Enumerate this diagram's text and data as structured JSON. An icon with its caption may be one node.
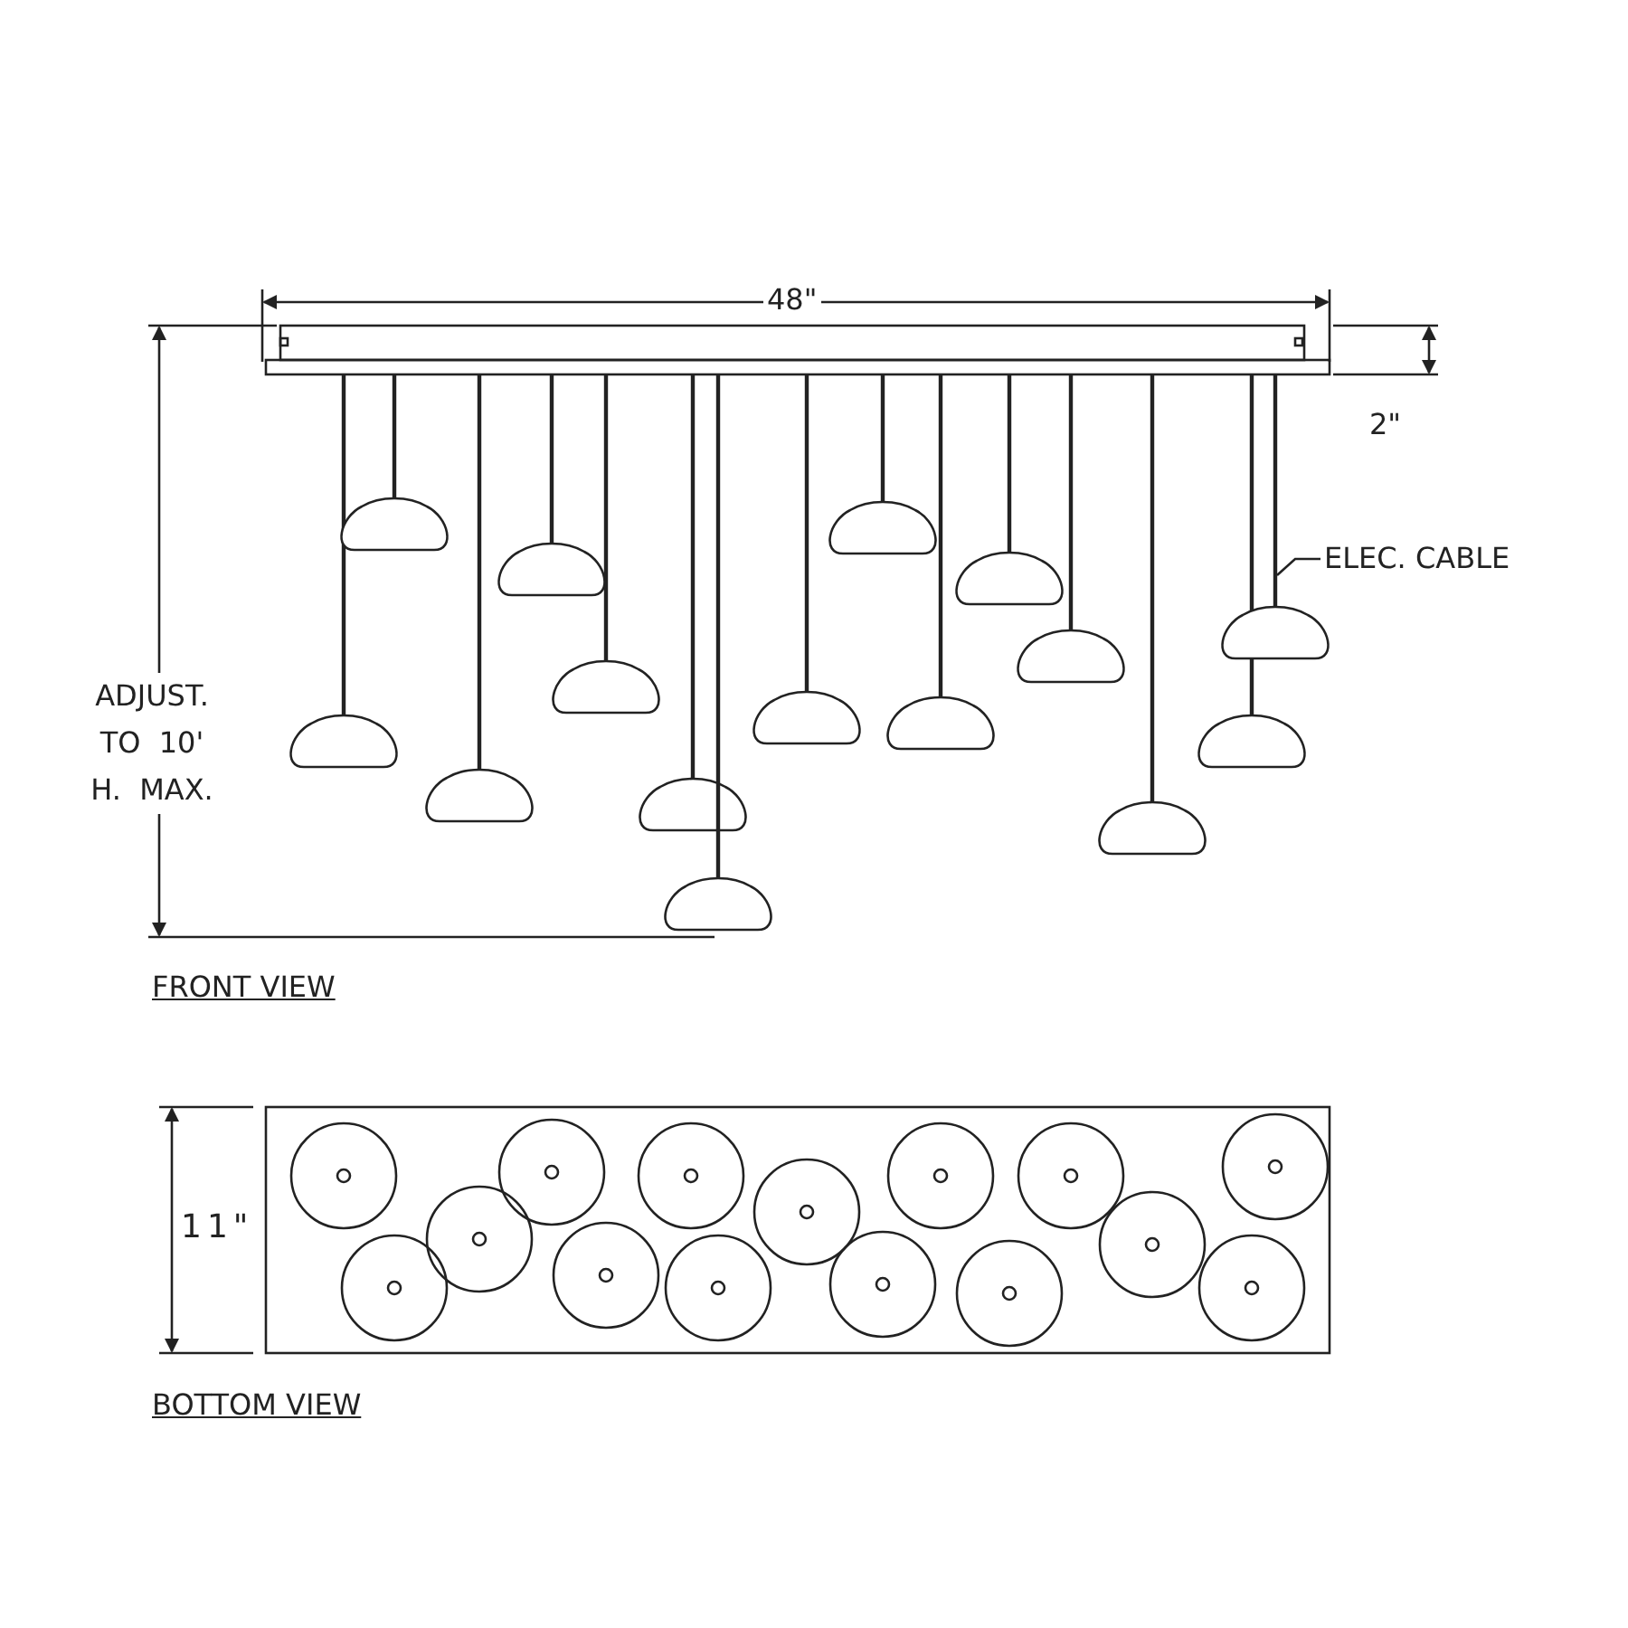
{
  "diagram": {
    "nodes": [
      {
        "text": [
          "ELEC. CABLE"
        ]
      },
      {
        "text": [],
        "shape": "line"
      }
    ],
    "edges": [
      {
        "from": 0,
        "to": 1,
        "arrow": "none"
      }
    ],
    "labels": [
      "48\"",
      "2\"",
      "ADJUST. TO 10' H. MAX.",
      "FRONT VIEW",
      "11\"",
      "BOTTOM VIEW"
    ]
  }
}
